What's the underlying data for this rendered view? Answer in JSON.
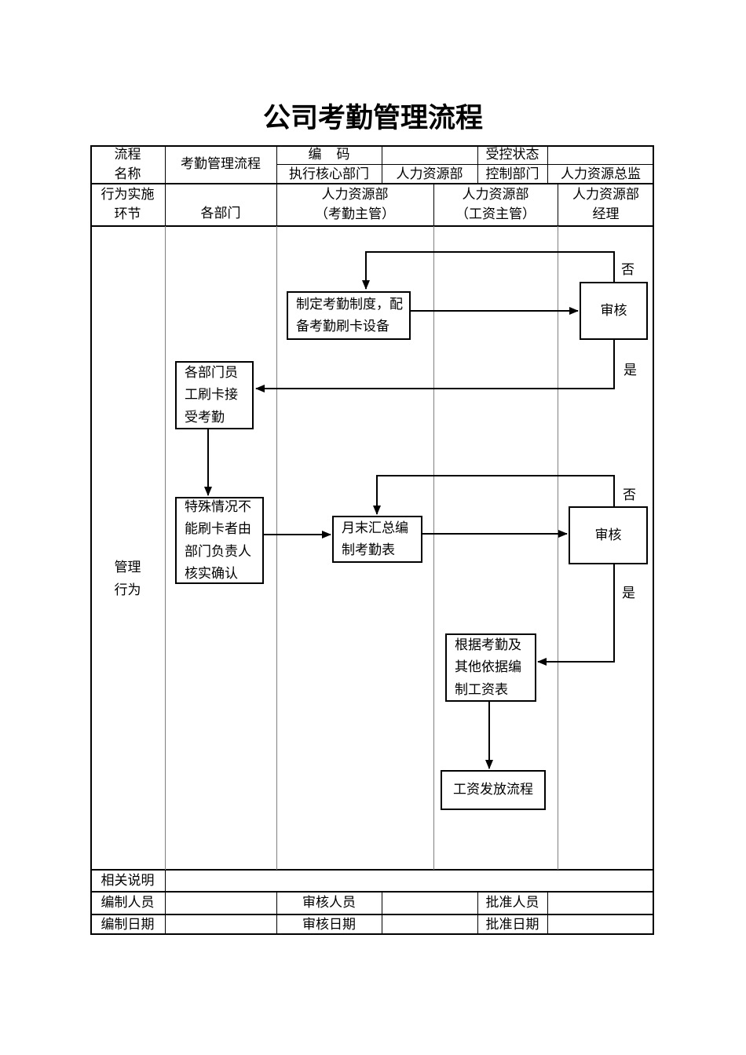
{
  "title": "公司考勤管理流程",
  "info_table": {
    "process_name_label": "流程\n名称",
    "process_name_value": "考勤管理流程",
    "code_label": "编    码",
    "code_value": "",
    "controlled_status_label": "受控状态",
    "controlled_status_value": "",
    "core_dept_label": "执行核心部门",
    "core_dept_value": "人力资源部",
    "control_dept_label": "控制部门",
    "control_dept_value": "人力资源总监"
  },
  "swimlanes": {
    "row_label": "行为实施\n环节",
    "lanes": [
      "各部门",
      "人力资源部\n（考勤主管）",
      "人力资源部\n（工资主管）",
      "人力资源部\n经理"
    ]
  },
  "flow": {
    "row_label": "管理\n行为",
    "nodes": {
      "establish_system": "制定考勤制度，配\n备考勤刷卡设备",
      "review1": "审核",
      "swipe_card": "各部门员\n工刷卡接\n受考勤",
      "special_case": "特殊情况不\n能刷卡者由\n部门负责人\n核实确认",
      "monthly_summary": "月末汇总编\n制考勤表",
      "review2": "审核",
      "payroll_prepare": "根据考勤及\n其他依据编\n制工资表",
      "payroll_process": "工资发放流程"
    },
    "labels": {
      "no1": "否",
      "yes1": "是",
      "no2": "否",
      "yes2": "是"
    }
  },
  "footer": {
    "remarks_label": "相关说明",
    "remarks_value": "",
    "prepared_by_label": "编制人员",
    "prepared_by_value": "",
    "reviewed_by_label": "审核人员",
    "reviewed_by_value": "",
    "approved_by_label": "批准人员",
    "approved_by_value": "",
    "prepared_date_label": "编制日期",
    "prepared_date_value": "",
    "reviewed_date_label": "审核日期",
    "reviewed_date_value": "",
    "approved_date_label": "批准日期",
    "approved_date_value": ""
  },
  "colors": {
    "line": "#000000",
    "grid_line": "#808080",
    "background": "#ffffff",
    "text": "#000000"
  }
}
